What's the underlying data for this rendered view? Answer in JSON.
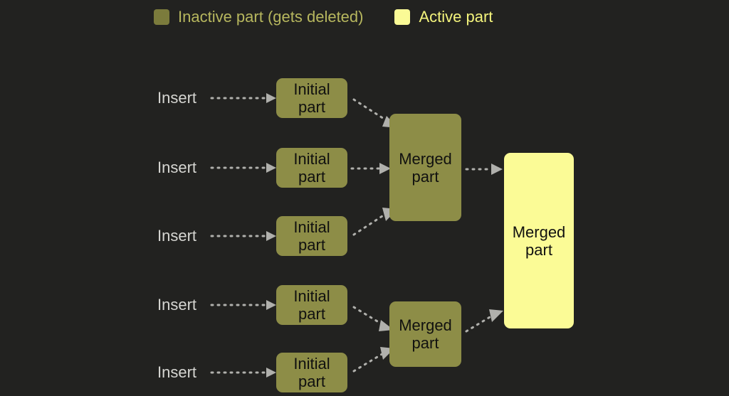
{
  "legend": {
    "items": [
      {
        "key": "inactive",
        "label": "Inactive part (gets deleted)",
        "color": "#7b7b3c",
        "text_color": "#b7b75e"
      },
      {
        "key": "active",
        "label": "Active part",
        "color": "#fafa96",
        "text_color": "#f4f47c"
      }
    ]
  },
  "colors": {
    "background": "#222220",
    "inactive_fill": "#8d8d47",
    "active_fill": "#fbfb96",
    "node_text": "#111110",
    "insert_text": "#d6d6d2",
    "arrow": "#b0b0ac"
  },
  "inserts": [
    {
      "label": "Insert"
    },
    {
      "label": "Insert"
    },
    {
      "label": "Insert"
    },
    {
      "label": "Insert"
    },
    {
      "label": "Insert"
    }
  ],
  "initial_parts": [
    {
      "line1": "Initial",
      "line2": "part"
    },
    {
      "line1": "Initial",
      "line2": "part"
    },
    {
      "line1": "Initial",
      "line2": "part"
    },
    {
      "line1": "Initial",
      "line2": "part"
    },
    {
      "line1": "Initial",
      "line2": "part"
    }
  ],
  "merged_parts": [
    {
      "line1": "Merged",
      "line2": "part",
      "state": "inactive"
    },
    {
      "line1": "Merged",
      "line2": "part",
      "state": "inactive"
    }
  ],
  "final_part": {
    "line1": "Merged",
    "line2": "part",
    "state": "active"
  }
}
